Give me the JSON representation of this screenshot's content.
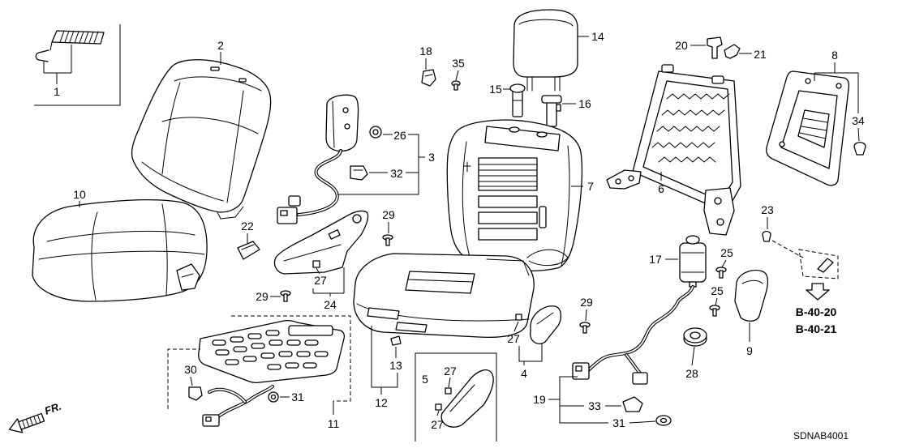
{
  "diagram": {
    "callouts": [
      "1",
      "2",
      "3",
      "4",
      "5",
      "6",
      "7",
      "8",
      "9",
      "10",
      "11",
      "12",
      "13",
      "14",
      "15",
      "16",
      "17",
      "18",
      "19",
      "20",
      "21",
      "22",
      "23",
      "24",
      "25",
      "25",
      "26",
      "27",
      "27",
      "27",
      "27",
      "28",
      "29",
      "29",
      "29",
      "30",
      "31",
      "31",
      "32",
      "33",
      "34",
      "35"
    ],
    "references": [
      "B-40-20",
      "B-40-21"
    ],
    "direction_label": "FR.",
    "figure_code": "SDNAB4001"
  },
  "colors": {
    "line": "#000000",
    "background": "#ffffff"
  }
}
